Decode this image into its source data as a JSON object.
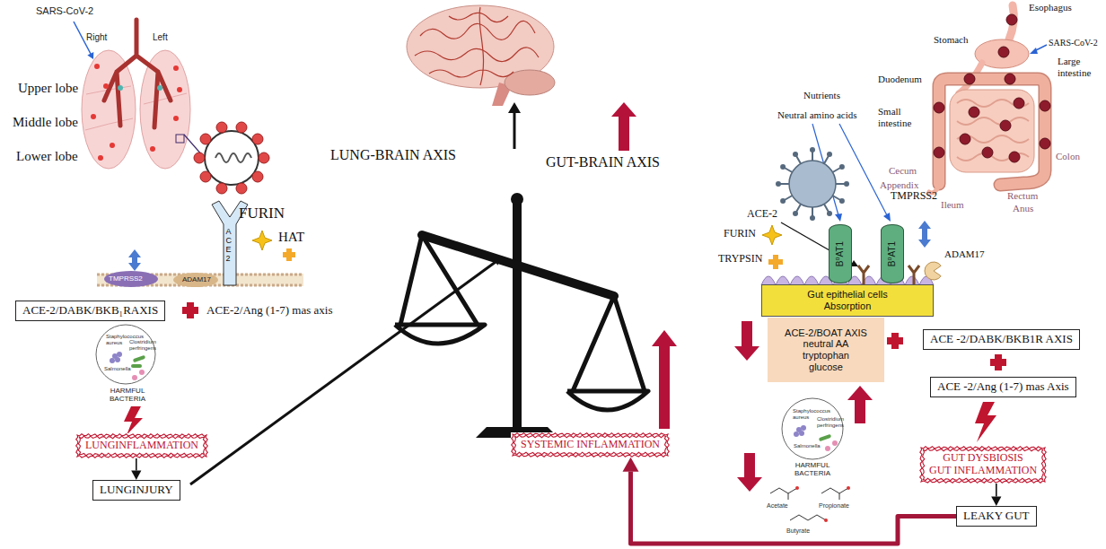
{
  "diagram": {
    "nodes": [
      {
        "text": [
          "ACE-2/DABK/BKB₁RAXIS"
        ]
      },
      {
        "text": [
          "LUNGINFLAMMATION"
        ]
      },
      {
        "text": [
          "LUNGINJURY"
        ]
      },
      {
        "text": [
          "SYSTEMIC INFLAMMATION"
        ]
      },
      {
        "text": [
          "B⁰AT1"
        ]
      },
      {
        "text": [
          "B⁰AT1"
        ]
      },
      {
        "text": [
          "Gut epithelial cells",
          "Absorption"
        ]
      },
      {
        "text": [
          "ACE-2/BOAT AXIS",
          "neutral AA",
          "tryptophan",
          "glucose"
        ]
      },
      {
        "text": [
          "ACE -2/DABK/BKB1R AXIS"
        ]
      },
      {
        "text": [
          "ACE -2/Ang (1-7) mas Axis"
        ]
      },
      {
        "text": [
          "GUT DYSBIOSIS",
          "GUT INFLAMMATION"
        ]
      },
      {
        "text": [
          "LEAKY GUT"
        ]
      }
    ],
    "edges": [
      {
        "from": 1,
        "to": 2,
        "arrow": "to"
      },
      {
        "from": 10,
        "to": 11,
        "arrow": "to"
      },
      {
        "from": 11,
        "to": 3,
        "arrow": "to"
      }
    ],
    "labels": [
      "SARS-CoV-2",
      "Right",
      "Left",
      "Upper lobe",
      "Middle lobe",
      "Lower lobe",
      "ACE2",
      "FURIN",
      "HAT",
      "TMPRSS2",
      "ADAM17",
      "ACE-2/Ang (1-7) mas axis",
      "Staphylococcus aureus",
      "Clostridium perfringens",
      "Salmonella",
      "HARMFUL BACTERIA",
      "LUNG-BRAIN AXIS",
      "GUT-BRAIN AXIS",
      "Esophagus",
      "Stomach",
      "SARS-CoV-2",
      "Large intestine",
      "Duodenum",
      "Small intestine",
      "Cecum",
      "Appendix",
      "Ileum",
      "Colon",
      "Rectum",
      "Anus",
      "Nutrients",
      "Neutral amino acids",
      "ACE-2",
      "TMPRSS2",
      "FURIN",
      "TRYPSIN",
      "ADAM17",
      "Staphylococcus aureus",
      "Clostridium perfringens",
      "Salmonella",
      "HARMFUL BACTERIA",
      "Acetate",
      "Propionate",
      "Butyrate"
    ]
  }
}
